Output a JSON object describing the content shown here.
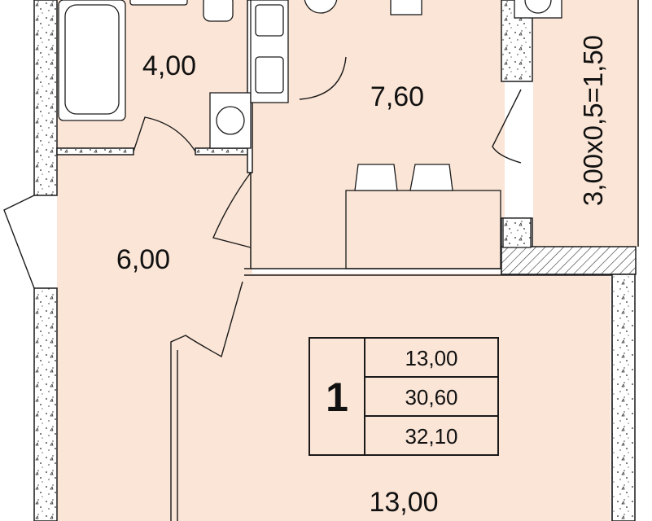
{
  "rooms": {
    "bathroom": {
      "area": "4,00"
    },
    "kitchen": {
      "area": "7,60"
    },
    "hall": {
      "area": "6,00"
    },
    "living": {
      "area": "13,00"
    },
    "balcony": {
      "area": "3,00x0,5=1,50"
    }
  },
  "legend": {
    "rooms": "1",
    "living_area": "13,00",
    "total_area": "30,60",
    "total_with_balcony": "32,10"
  },
  "colors": {
    "floor": "#fbe5d6",
    "wall": "#ffffff",
    "line": "#1a1a1a"
  }
}
